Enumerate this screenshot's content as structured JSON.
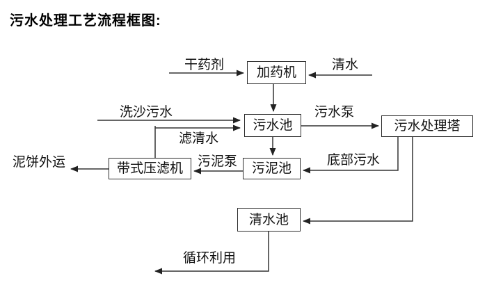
{
  "title": "污水处理工艺流程框图:",
  "colors": {
    "background": "#ffffff",
    "line": "#333333",
    "text": "#111111",
    "box_border": "#2d2d2d"
  },
  "nodes": [
    {
      "id": "dosing-machine",
      "label": "加药机"
    },
    {
      "id": "sewage-pool",
      "label": "污水池"
    },
    {
      "id": "sewage-treatment-tower",
      "label": "污水处理塔"
    },
    {
      "id": "sludge-pool",
      "label": "污泥池"
    },
    {
      "id": "belt-filter-press",
      "label": "带式压滤机"
    },
    {
      "id": "clean-water-pool",
      "label": "清水池"
    }
  ],
  "flow_labels": [
    {
      "id": "dry-agent",
      "label": "干药剂",
      "from": "外部",
      "to": "加药机"
    },
    {
      "id": "clean-water",
      "label": "清水",
      "from": "外部",
      "to": "加药机"
    },
    {
      "id": "sand-washing-sewage",
      "label": "洗沙污水",
      "from": "外部",
      "to": "污水池"
    },
    {
      "id": "sewage-pump",
      "label": "污水泵",
      "from": "污水池",
      "to": "污水处理塔"
    },
    {
      "id": "filtered-water",
      "label": "滤清水",
      "from": "带式压滤机",
      "to": "污水池"
    },
    {
      "id": "bottom-sewage",
      "label": "底部污水",
      "from": "污水处理塔",
      "to": "污泥池"
    },
    {
      "id": "sludge-pump",
      "label": "污泥泵",
      "from": "污泥池",
      "to": "带式压滤机"
    },
    {
      "id": "mud-cake-out",
      "label": "泥饼外运",
      "from": "带式压滤机",
      "to": "外运"
    },
    {
      "id": "recycling",
      "label": "循环利用",
      "from": "清水池",
      "to": "外部"
    }
  ],
  "unlabeled_flows": [
    {
      "from": "加药机",
      "to": "污水池"
    },
    {
      "from": "污水池",
      "to": "污泥池"
    },
    {
      "from": "污水处理塔",
      "to": "清水池"
    }
  ]
}
